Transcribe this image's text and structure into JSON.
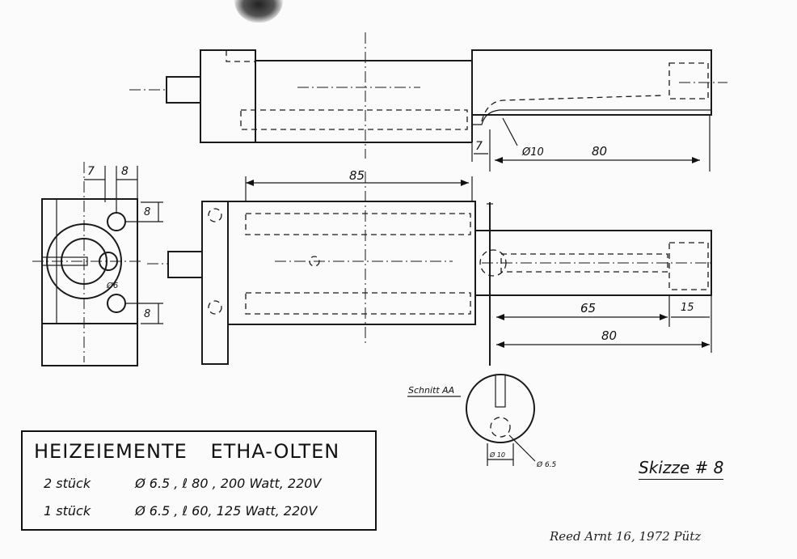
{
  "title_block": {
    "heading_left": "HEIZEIEMENTE",
    "heading_right": "ETHA-OLTEN",
    "rows": [
      {
        "qty": "2 stück",
        "spec": "Ø 6.5 , ℓ 80 , 200 Watt, 220V"
      },
      {
        "qty": "1 stück",
        "spec": "Ø 6.5 , ℓ 60, 125 Watt, 220V"
      }
    ]
  },
  "dimensions": {
    "top_gap": "7",
    "top_bore": "Ø10",
    "top_length": "80",
    "left_offset_a": "7",
    "left_offset_b": "8",
    "left_hole_offset_top": "8",
    "left_hole_offset_bottom": "8",
    "left_small": "Ø6",
    "front_length": "85",
    "front_seg_a": "65",
    "front_seg_b": "15",
    "front_total": "80"
  },
  "section": {
    "label": "Schnitt AA",
    "width_dim": "Ø 10",
    "bore_dim": "Ø 6.5"
  },
  "sketch_label": "Skizze # 8",
  "signature": "Reed Arnt 16, 1972 Pütz"
}
